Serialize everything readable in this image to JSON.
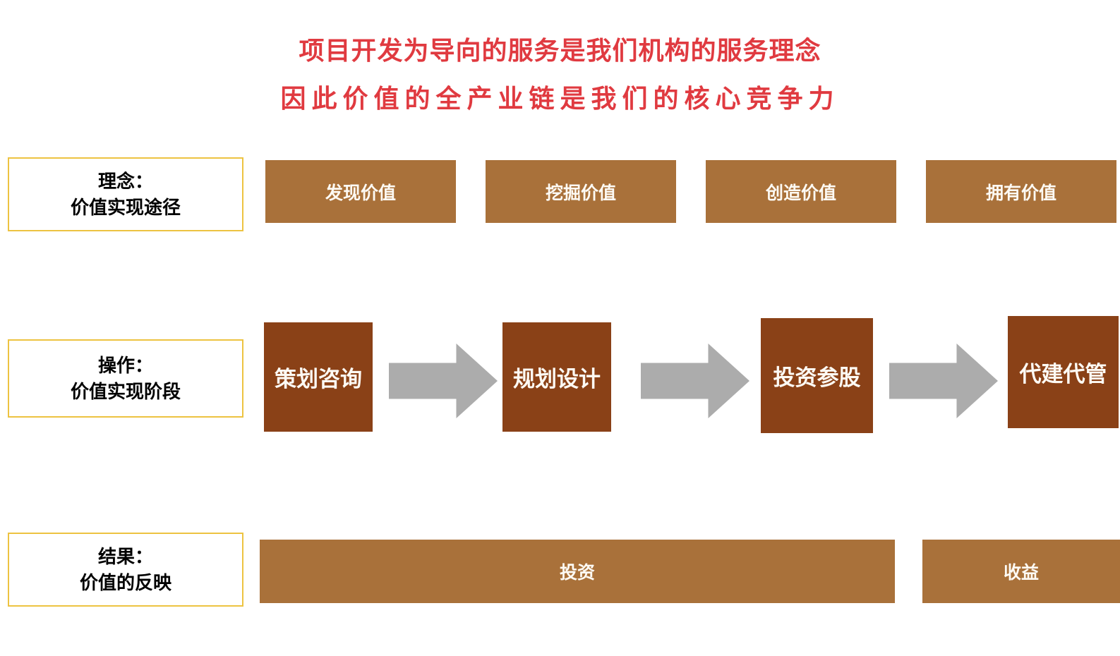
{
  "colors": {
    "red_title": "#E03A40",
    "brown_medium": "#A9713A",
    "brown_dark": "#8A4117",
    "arrow_gray": "#ACACAC",
    "gold_border": "#EDC341",
    "text_white": "#FDFAF4",
    "label_text": "#000000"
  },
  "title": {
    "line1": "项目开发为导向的服务是我们机构的服务理念",
    "line2": "因此价值的全产业链是我们的核心竞争力"
  },
  "concept_row": {
    "label_line1": "理念：",
    "label_line2": "价值实现途径",
    "boxes": [
      "发现价值",
      "挖掘价值",
      "创造价值",
      "拥有价值"
    ]
  },
  "operation_row": {
    "label_line1": "操作：",
    "label_line2": "价值实现阶段",
    "steps": [
      "策划咨询",
      "规划设计",
      "投资参股",
      "代建代管"
    ]
  },
  "result_row": {
    "label_line1": "结果：",
    "label_line2": "价值的反映",
    "bars": [
      "投资",
      "收益"
    ]
  }
}
